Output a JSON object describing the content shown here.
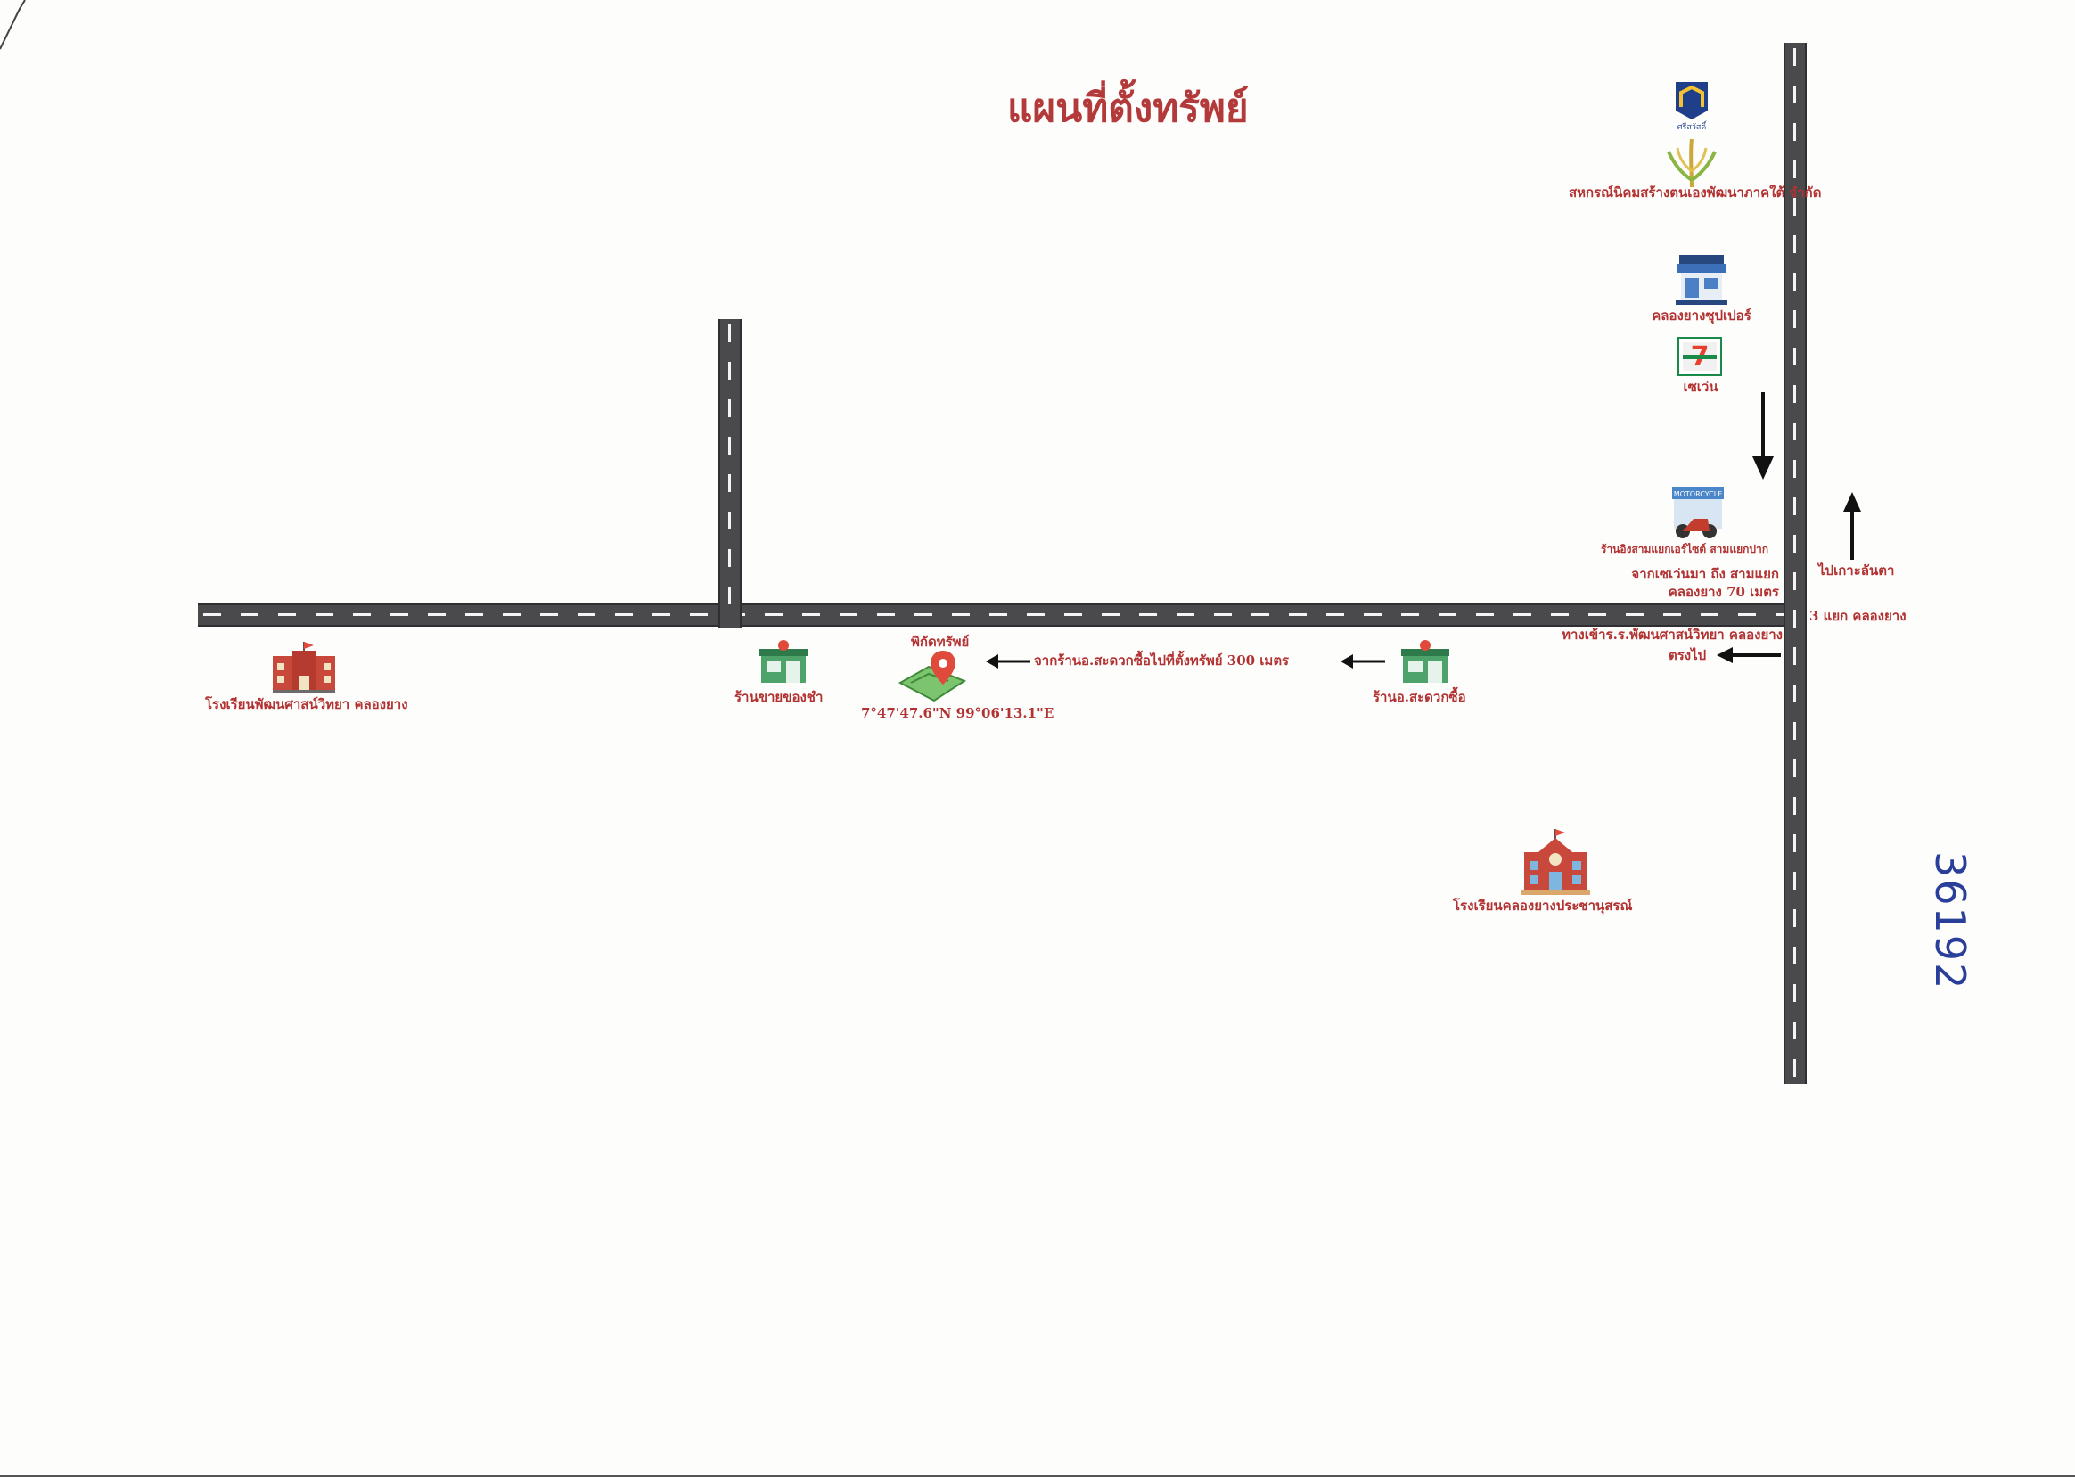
{
  "title": "แผนที่ตั้งทรัพย์",
  "labels": {
    "coop": "สหกรณ์นิคมสร้างตนเองพัฒนาภาคใต้ จำกัด",
    "coop_logo_text": "ศรีสวัสดิ์",
    "supermarket": "คลองยางซุปเปอร์",
    "seven_eleven": "เซเว่น",
    "motorcycle_shop": "ร้านอิงสามแยกเอร์ไซต์ สามแยกปาก",
    "from_seven": "จากเซเว่นมา ถึง สามแยก",
    "from_seven_2": "คลองยาง 70 เมตร",
    "to_koh_lanta": "ไปเกาะลันตา",
    "junction": "3 แยก คลองยาง",
    "school_entrance": "ทางเข้าร.ร.พัฒนศาสน์วิทยา คลองยาง",
    "go_straight": "ตรงไป",
    "school_left": "โรงเรียนพัฒนศาสน์วิทยา คลองยาง",
    "grocery": "ร้านขายของชำ",
    "property_pin": "พิกัดทรัพย์",
    "coordinates": "7°47'47.6\"N 99°06'13.1\"E",
    "distance_note": "จากร้านอ.สะดวกซื้อไปที่ตั้งทรัพย์ 300 เมตร",
    "convenience_store": "ร้านอ.สะดวกซื้อ",
    "school_bottom": "โรงเรียนคลองยางประชานุสรณ์",
    "seven_logo": "7",
    "motorcycle_sign": "MOTORCYCLE"
  },
  "handwritten_note": "36192"
}
